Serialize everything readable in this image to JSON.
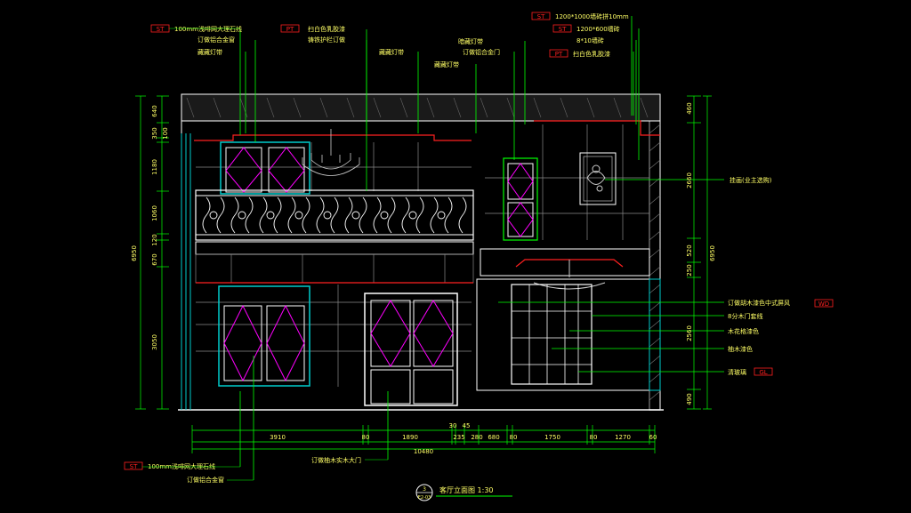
{
  "colors": {
    "background": "#000000",
    "outline": "#ffffff",
    "leader": "#00ff00",
    "text": "#ffff66",
    "tag": "#ff2020",
    "accent": "#ff00ff",
    "grid": "#8a8a8a",
    "dim": "#00ff00"
  },
  "drawing": {
    "title": "客厅立面图 1:30",
    "index_top": "3",
    "index_bottom": "E2-03"
  },
  "callouts_top": {
    "stone_tag": "ST",
    "stone": "100mm浅啡网大理石线",
    "frame1": "订做铝合金窗",
    "hidden_light1": "藏藏灯带",
    "paint_tag": "PT",
    "paint": "扫白色乳胶漆",
    "rail": "铸铁护栏订做",
    "hidden_light2": "藏藏灯带",
    "door_frame": "订做铝合金门",
    "hidden_light3": "藏藏灯带",
    "ceiling_light": "暗藏灯带",
    "tile1_tag": "ST",
    "tile1": "1200*1000墙砖拼10mm",
    "tile2_tag": "ST",
    "tile2": "1200*600墙砖",
    "skirting": "8*10墙砖",
    "paint2_tag": "PT",
    "paint2": "扫白色乳胶漆"
  },
  "callouts_right": {
    "painting": "挂画(业主选购)",
    "screen": "订做胡木漆色中式屏风",
    "screen_tag": "WD",
    "door_line": "8分木门套线",
    "wood": "木花格漆色",
    "wood2": "柚木漆色",
    "glass": "清玻璃",
    "glass_tag": "GL"
  },
  "callouts_bottom": {
    "stone_tag": "ST",
    "stone": "100mm浅啡网大理石线",
    "frame": "订做铝合金窗",
    "door": "订做柚木实木大门"
  },
  "dims_left": [
    "640",
    "350",
    "100",
    "1180",
    "1060",
    "120",
    "670",
    "3050",
    "6950"
  ],
  "dims_right": [
    "460",
    "2660",
    "520",
    "250",
    "2560",
    "490",
    "6950"
  ],
  "dims_bottom": [
    "3910",
    "80",
    "1890",
    "30",
    "45",
    "235",
    "280",
    "680",
    "80",
    "1750",
    "80",
    "1270",
    "60"
  ],
  "dims_total": "10480"
}
